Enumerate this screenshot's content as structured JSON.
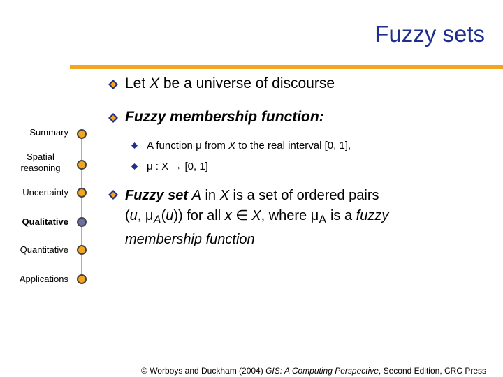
{
  "title": "Fuzzy sets",
  "nav": {
    "items": [
      "Summary",
      "Spatial reasoning",
      "Uncertainty",
      "Qualitative",
      "Quantitative",
      "Applications"
    ],
    "active": "Qualitative"
  },
  "content": {
    "bullet1": {
      "pre": "Let ",
      "var": "X",
      "post": " be a universe of discourse"
    },
    "bullet2": "Fuzzy membership function:",
    "sub1": {
      "pre": "A function ",
      "mu": "μ",
      "mid": " from ",
      "var": "X",
      "post": " to the real interval [0, 1],"
    },
    "sub2": "μ : X → [0, 1]",
    "bullet3": {
      "line1_a": "Fuzzy set ",
      "line1_b": "A",
      "line1_c": " in ",
      "line1_d": "X",
      "line1_e": " is a set of ordered pairs",
      "line2_a": "(",
      "line2_u": "u",
      "line2_b": ", μ",
      "line2_A": "A",
      "line2_c": "(",
      "line2_u2": "u",
      "line2_d": ")) for all ",
      "line2_x": "x",
      "line2_e": " ∈ ",
      "line2_X": "X",
      "line2_f": ", where μ",
      "line2_A2": "A",
      "line2_g": " is a ",
      "line2_fuzzy": "fuzzy",
      "line3": "membership function"
    }
  },
  "footer": {
    "copyright": "©",
    "pre": " Worboys and Duckham (2004) ",
    "book": "GIS: A Computing Perspective",
    "post": ", Second Edition, CRC Press"
  },
  "colors": {
    "title": "#1f2f8f",
    "accent": "#f2a51f",
    "bullet": "#1f2f8f"
  }
}
